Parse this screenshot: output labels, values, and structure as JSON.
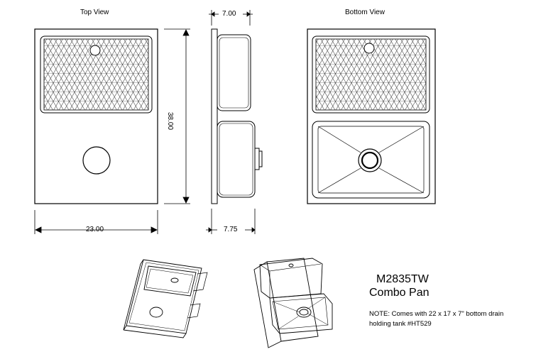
{
  "views": {
    "top_title": "Top View",
    "bottom_title": "Bottom View"
  },
  "dimensions": {
    "top_height": "7.00",
    "overall_length": "38.00",
    "overall_width": "23.00",
    "bottom_height": "7.75"
  },
  "product": {
    "model": "M2835TW",
    "name": "Combo Pan"
  },
  "note": {
    "line1": "NOTE:  Comes with 22 x 17 x 7\" bottom drain",
    "line2": "holding tank #HT529"
  }
}
